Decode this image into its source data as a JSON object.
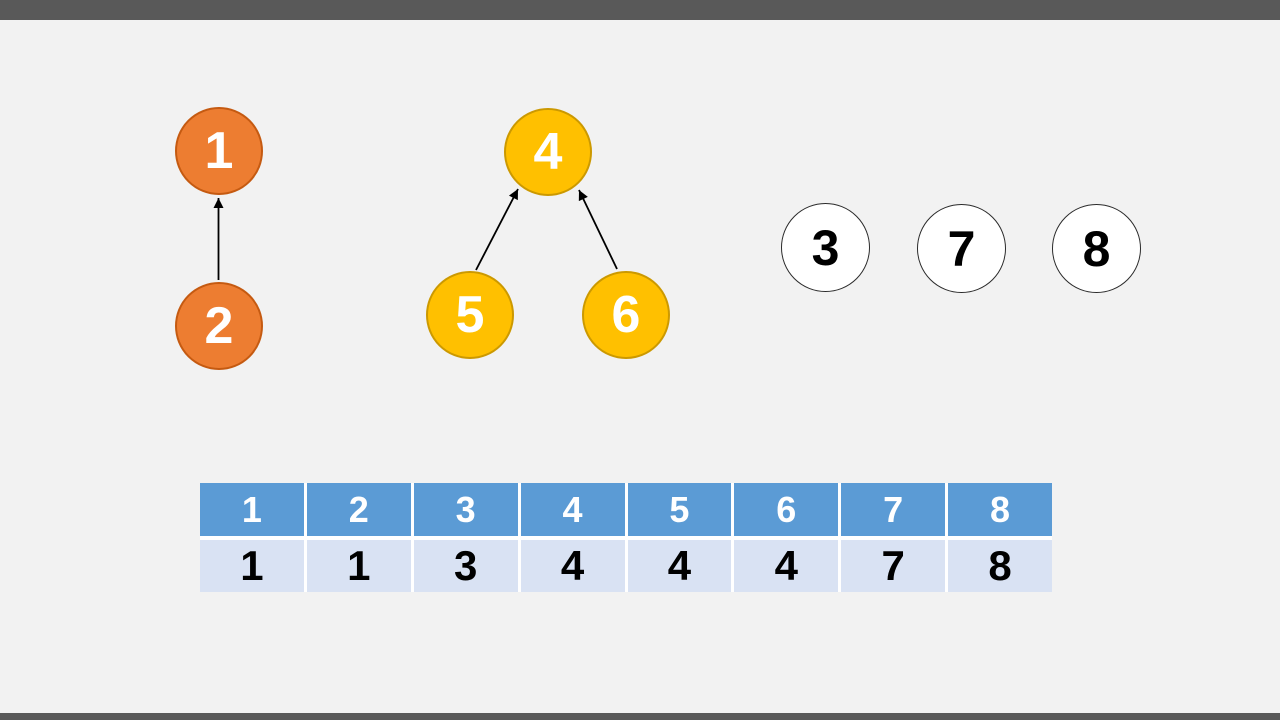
{
  "slide": {
    "background": "#F2F2F2",
    "top_bar_color": "#595959",
    "bottom_bar_color": "#595959"
  },
  "diagram": {
    "description": "disjoint-set forest",
    "nodes": [
      {
        "label": "1",
        "group": "orange"
      },
      {
        "label": "2",
        "group": "orange"
      },
      {
        "label": "3",
        "group": "plain"
      },
      {
        "label": "4",
        "group": "gold"
      },
      {
        "label": "5",
        "group": "gold"
      },
      {
        "label": "6",
        "group": "gold"
      },
      {
        "label": "7",
        "group": "plain"
      },
      {
        "label": "8",
        "group": "plain"
      }
    ],
    "edges": [
      {
        "from": "2",
        "to": "1"
      },
      {
        "from": "5",
        "to": "4"
      },
      {
        "from": "6",
        "to": "4"
      }
    ],
    "colors": {
      "orange_fill": "#ED7D31",
      "orange_border": "#C55A11",
      "gold_fill": "#FFC000",
      "gold_border": "#CC9900",
      "plain_fill": "#FFFFFF",
      "plain_border": "#2B2B2B",
      "edge_stroke": "#000000"
    }
  },
  "table": {
    "header_bg": "#5B9BD5",
    "row_bg": "#D9E2F3",
    "header": [
      "1",
      "2",
      "3",
      "4",
      "5",
      "6",
      "7",
      "8"
    ],
    "values": [
      "1",
      "1",
      "3",
      "4",
      "4",
      "4",
      "7",
      "8"
    ]
  }
}
